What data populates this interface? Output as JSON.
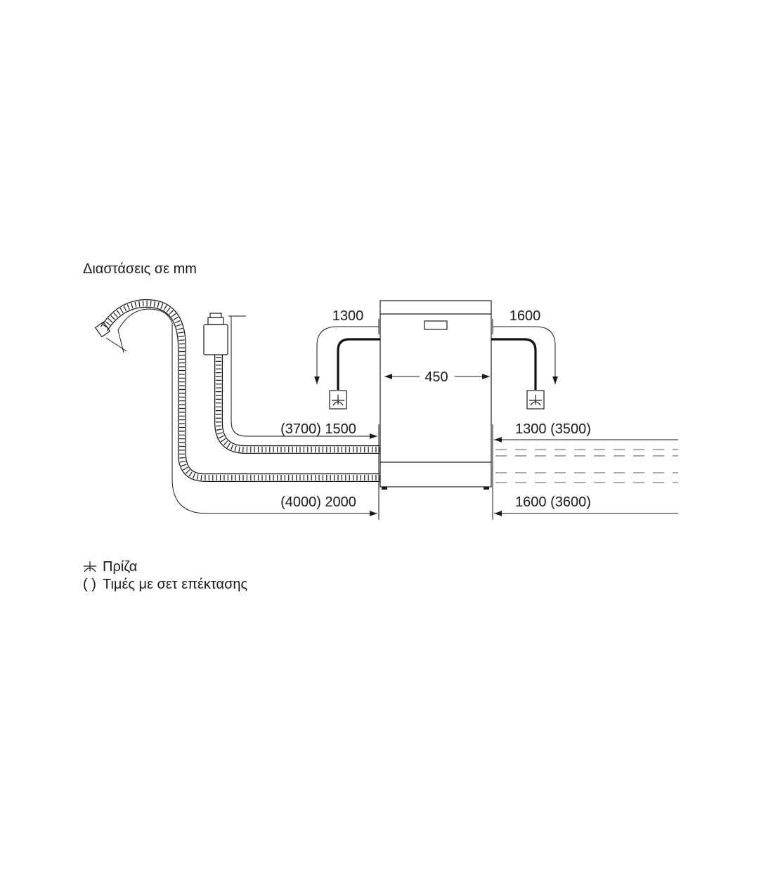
{
  "title": "Διαστάσεις σε mm",
  "dimensions": {
    "width": "450",
    "power_left": "1300",
    "power_right": "1600",
    "hose_upper_left": "(3700) 1500",
    "hose_upper_right": "1300 (3500)",
    "hose_lower_left": "(4000) 2000",
    "hose_lower_right": "1600 (3600)"
  },
  "legend": {
    "socket_symbol_icon": "socket-icon",
    "socket_label": "Πρίζα",
    "extension_symbol": "( )",
    "extension_label": "Τιμές με σετ επέκτασης"
  }
}
